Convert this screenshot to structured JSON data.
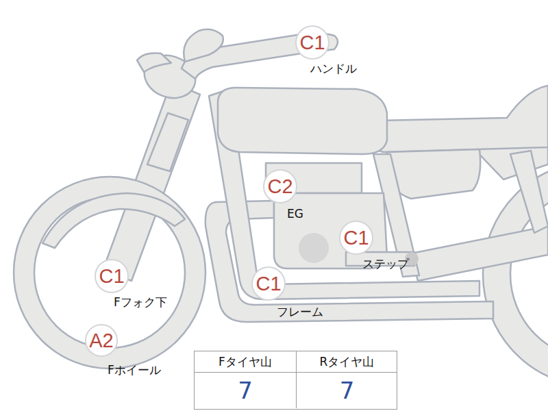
{
  "diagram": {
    "nodes": [
      {
        "text": [
          "C1",
          "ハンドル"
        ]
      },
      {
        "text": [
          "C2",
          "EG"
        ]
      },
      {
        "text": [
          "C1",
          "ステップ"
        ]
      },
      {
        "text": [
          "C1",
          "Fフォク下"
        ]
      },
      {
        "text": [
          "C1",
          "フレーム"
        ]
      },
      {
        "text": [
          "A2",
          "Fホイール"
        ]
      }
    ],
    "labels": [
      "Fタイヤ山",
      "Rタイヤ山",
      "7",
      "7"
    ]
  }
}
